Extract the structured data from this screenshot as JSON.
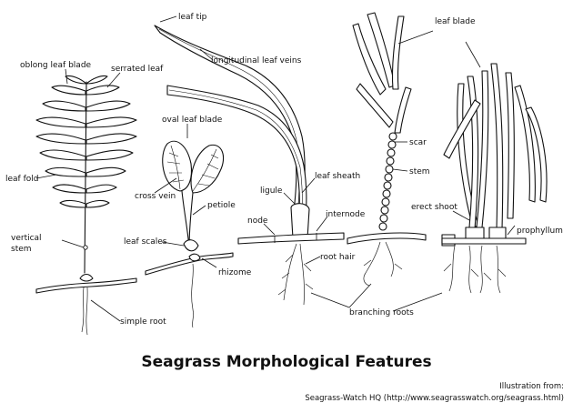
{
  "title": "Seagrass Morphological Features",
  "credit": {
    "line1": "Illustration from:",
    "line2": "Seagrass-Watch HQ (http://www.seagrasswatch.org/seagrass.html)"
  },
  "labels": {
    "oblong_leaf_blade": "oblong leaf blade",
    "serrated_leaf": "serrated leaf",
    "leaf_fold": "leaf fold",
    "vertical_stem": "vertical stem",
    "simple_root": "simple root",
    "leaf_tip": "leaf tip",
    "longitudinal_leaf_veins": "longitudinal leaf veins",
    "oval_leaf_blade": "oval leaf blade",
    "cross_vein": "cross vein",
    "petiole": "petiole",
    "leaf_scales": "leaf scales",
    "rhizome": "rhizome",
    "ligule": "ligule",
    "leaf_sheath": "leaf sheath",
    "node": "node",
    "internode": "internode",
    "root_hair": "root hair",
    "branching_roots": "branching roots",
    "scar": "scar",
    "stem": "stem",
    "leaf_blade": "leaf blade",
    "erect_shoot": "erect shoot",
    "prophyllum": "prophyllum"
  }
}
